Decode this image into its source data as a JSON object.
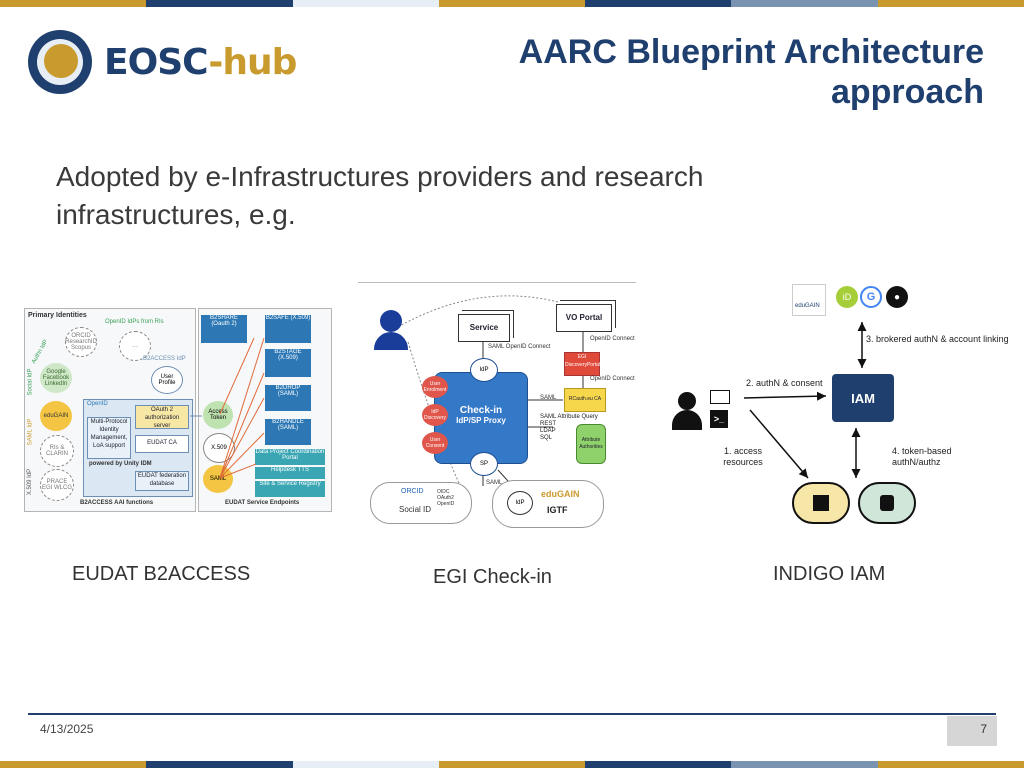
{
  "colors": {
    "navy": "#1f3f6e",
    "gold": "#c99a2e",
    "top_bar": [
      "#c99a2e",
      "#1f3f6e",
      "#e8eef5",
      "#c99a2e",
      "#1f3f6e",
      "#7a93b0",
      "#c99a2e"
    ]
  },
  "logo": {
    "brand_left": "EOSC",
    "brand_right": "-hub"
  },
  "slide": {
    "title_line1": "AARC Blueprint Architecture",
    "title_line2": "approach",
    "subtitle": "Adopted by e-Infrastructures providers and research infrastructures, e.g."
  },
  "panels": {
    "b2access": {
      "caption": "EUDAT B2ACCESS",
      "primary_identities": "Primary Identities",
      "openid_idps": "OpenID IdPs from RIs",
      "authn_idp": "Authn IdP",
      "social_idp": "Social IdP",
      "saml_idp": "SAML IdP",
      "x509_idp": "X.509 IdP",
      "orcid": "ORCID ResearchID Scopus",
      "google": "Google Facebook LinkedIn",
      "edugain": "eduGAIN",
      "rih": "RIs & CLARIN",
      "prace": "PRACE EGI WLCG",
      "b2access_idp": "B2ACCESS IdP",
      "user_profile": "User Profile",
      "openid": "OpenID",
      "multi_protocol": "Multi-Protocol Identity Management, LoA support",
      "powered_by": "powered by Unity IDM",
      "oauth2": "OAuth 2 authorization server",
      "eudat_ca": "EUDAT CA",
      "fed_db": "EUDAT federation database",
      "b2access_fn": "B2ACCESS AAI functions",
      "access_token": "Access Token",
      "x509": "X.509",
      "saml": "SAML",
      "b2share": "B2SHARE (Oauth 2)",
      "b2safe": "B2SAFE (X.509)",
      "b2stage": "B2STAGE (X.509)",
      "b2drop": "B2DROP (SAML)",
      "b2handle": "B2HANDLE (SAML)",
      "data_portal": "Data Project Coordination Portal",
      "helpdesk": "Helpdesk TTS",
      "site_reg": "Site & Service Registry",
      "eudat_endpoints": "EUDAT Service Endpoints"
    },
    "egi": {
      "caption": "EGI Check-in",
      "service": "Service",
      "vo_portal": "VO Portal",
      "idp": "IdP",
      "sp": "SP",
      "check_in": "Check-in",
      "proxy": "IdP/SP Proxy",
      "user_enrol": "User Enrolment",
      "idp_disc": "IdP Discovery",
      "user_consent": "User Consent",
      "saml_oidc": "SAML OpenID Connect",
      "openid_connect1": "OpenID Connect",
      "openid_connect2": "OpenID Connect",
      "saml_label": "SAML",
      "saml_attr": "SAML Attribute Query",
      "rest": "REST",
      "ldap": "LDAP",
      "sql": "SQL",
      "egi_discovery": "EGI DiscoveryPortal",
      "rcauth": "RCauth.eu CA",
      "attr_auth": "Attribute Authorities",
      "oidc_list": "OIDC OAuth2 OpenID",
      "social_id": "Social ID",
      "orcid": "ORCID",
      "saml_bottom": "SAML",
      "edugain": "eduGAIN",
      "igtf": "IGTF",
      "idp_small": "IdP"
    },
    "indigo": {
      "caption": "INDIGO IAM",
      "edugain": "eduGAIN",
      "iam": "IAM",
      "step1": "1. access resources",
      "step2": "2. authN & consent",
      "step3": "3. brokered authN & account linking",
      "step4": "4. token-based authN/authz"
    }
  },
  "footer": {
    "date": "4/13/2025",
    "page": "7"
  }
}
